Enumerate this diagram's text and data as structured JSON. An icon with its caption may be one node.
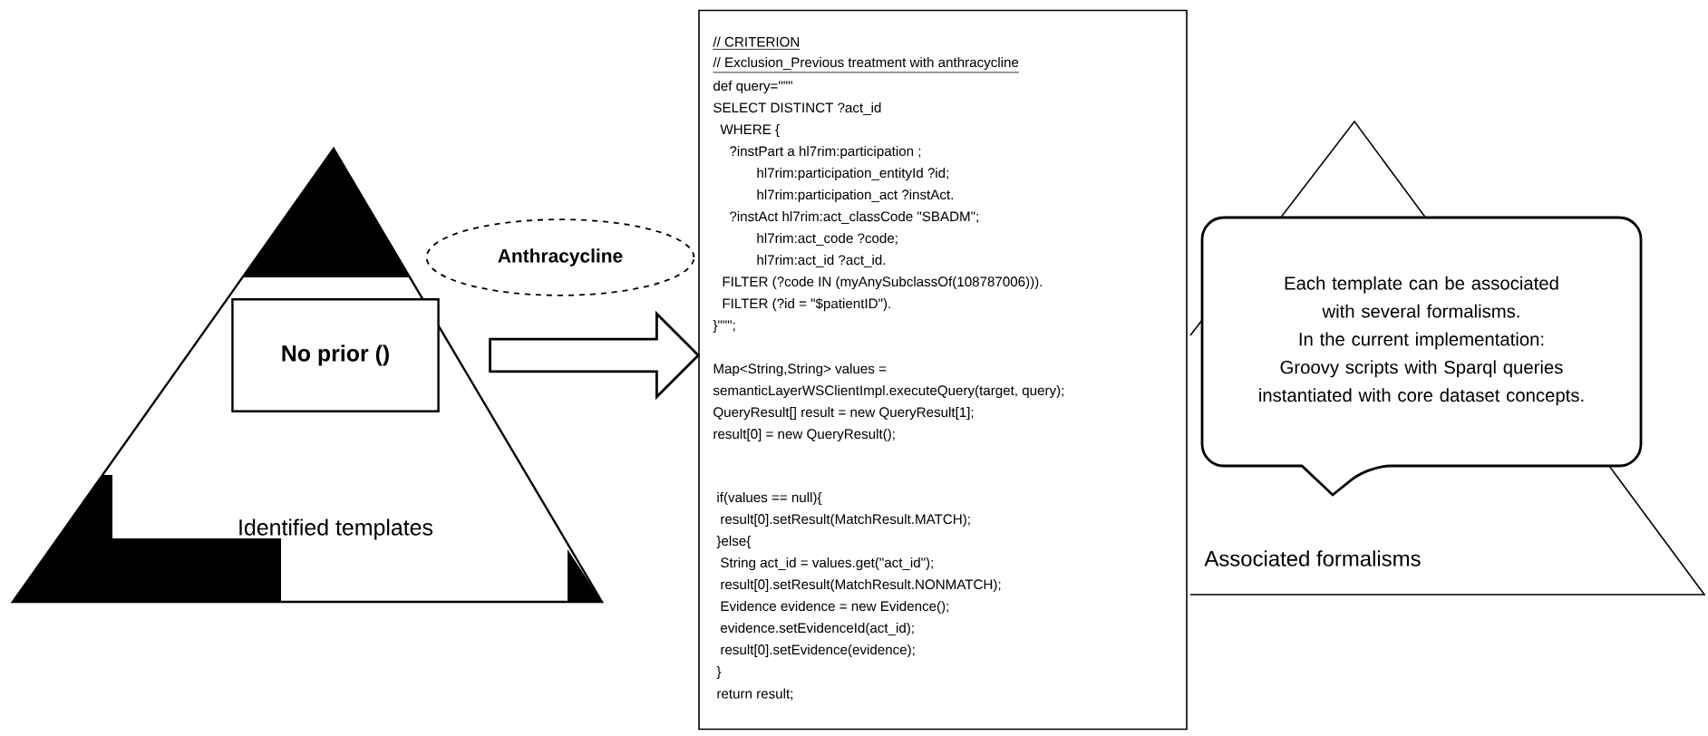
{
  "diagram": {
    "nodes": [
      {
        "text": [
          "Identified templates"
        ]
      },
      {
        "text": [
          "No prior ()"
        ],
        "in": 0
      },
      {
        "text": [
          "Anthracycline"
        ]
      },
      {
        "text": [
          "// CRITERION",
          "// Exclusion_Previous treatment with anthracycline",
          "def query=\"\"\"",
          "SELECT DISTINCT ?act_id",
          "WHERE {",
          "?instPart a hl7rim:participation ;",
          "hl7rim:participation_entityId ?id;",
          "hl7rim:participation_act ?instAct.",
          "?instAct hl7rim:act_classCode \"SBADM\";",
          "hl7rim:act_code ?code;",
          "hl7rim:act_id ?act_id.",
          "FILTER (?code IN (myAnySubclassOf(108787006))).",
          "FILTER (?id = \"$patientID\").",
          "}\"\"\";",
          "Map<String,String> values =",
          "semanticLayerWSClientImpl.executeQuery(target, query);",
          "QueryResult[] result = new QueryResult[1];",
          "result[0] = new QueryResult();",
          "if(values == null){",
          "result[0].setResult(MatchResult.MATCH);",
          "}else{",
          "String act_id = values.get(\"act_id\");",
          "result[0].setResult(MatchResult.NONMATCH);",
          "Evidence evidence = new Evidence();",
          "evidence.setEvidenceId(act_id);",
          "result[0].setEvidence(evidence);",
          "}",
          "return result;"
        ]
      },
      {
        "text": [
          "Associated formalisms"
        ]
      },
      {
        "text": [
          "Each template can be associated with several formalisms.",
          "In the current implementation: Groovy scripts with Sparql queries instantiated with core dataset concepts."
        ],
        "in": 4
      }
    ],
    "edges": [
      {
        "from": 1,
        "to": 3,
        "arrow": "to"
      }
    ]
  }
}
